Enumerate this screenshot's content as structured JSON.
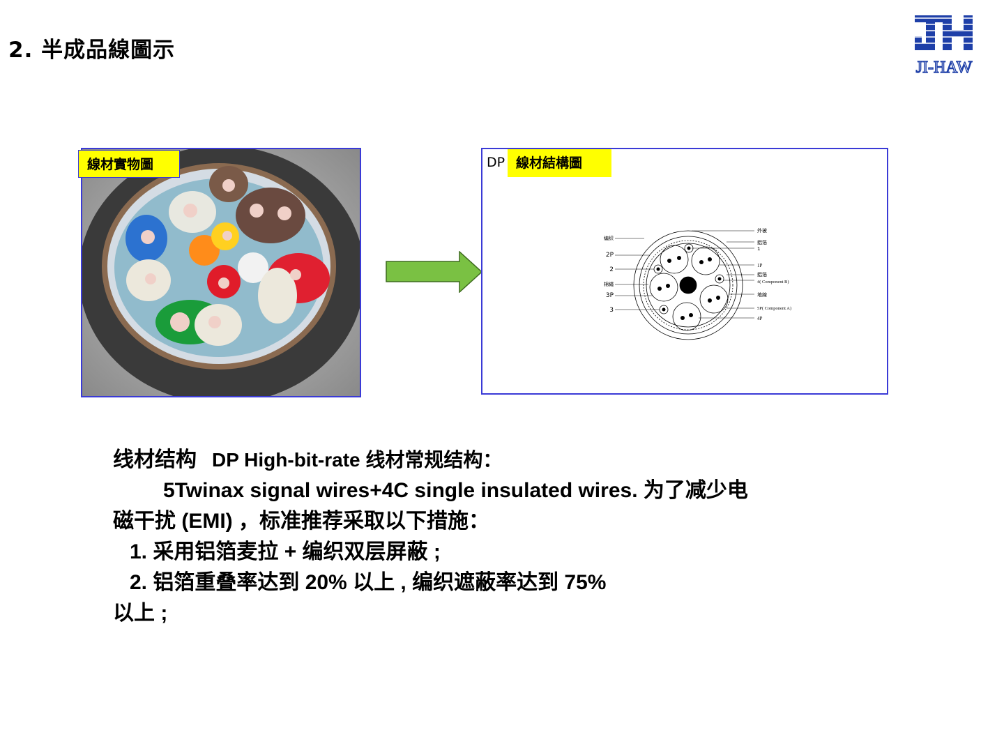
{
  "page": {
    "title": "2. 半成品線圖示"
  },
  "logo": {
    "letters": "JH",
    "text": "JI-HAW",
    "color": "#1e3fa8"
  },
  "photo": {
    "label": "線材實物圖"
  },
  "structure": {
    "label": "線材結構圖",
    "prefix": "DP",
    "diagram_labels": {
      "braid": "编织",
      "pair2": "2P",
      "wire2": "2",
      "cotton": "棉繩",
      "pair3": "3P",
      "wire3": "3",
      "jacket": "外被",
      "foil1": "鋁箔",
      "wire1": "1",
      "pair1": "1P",
      "foil2": "鋁箔",
      "comp_b": "4( Component  B)",
      "ground": "地線",
      "comp_a": "5P( Component  A)",
      "pair4": "4P"
    }
  },
  "description": {
    "line1_a": "线材结构",
    "line1_b": "DP High-bit-rate 线材常规结构：",
    "line2": "5Twinax signal wires+4C single insulated wires. 为了减少电",
    "line3": "磁干扰 (EMI) ，标准推荐采取以下措施：",
    "line4": "1. 采用铝箔麦拉 + 编织双层屏蔽 ;",
    "line5": "2. 铝箔重叠率达到 20% 以上 , 编织遮蔽率达到 75%",
    "line6": "以上 ;"
  },
  "colors": {
    "border": "#3a3ad6",
    "tag": "#ffff00",
    "arrow": "#7ac143"
  }
}
